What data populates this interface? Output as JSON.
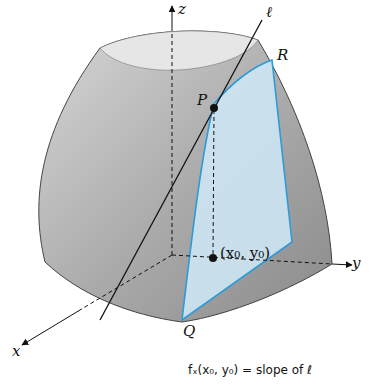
{
  "diagram": {
    "caption": "fₓ(x₀, y₀) = slope of ℓ",
    "labels": [
      "z",
      "ℓ",
      "R",
      "P",
      "y",
      "(x₀, y₀)",
      "Q",
      "x"
    ]
  }
}
